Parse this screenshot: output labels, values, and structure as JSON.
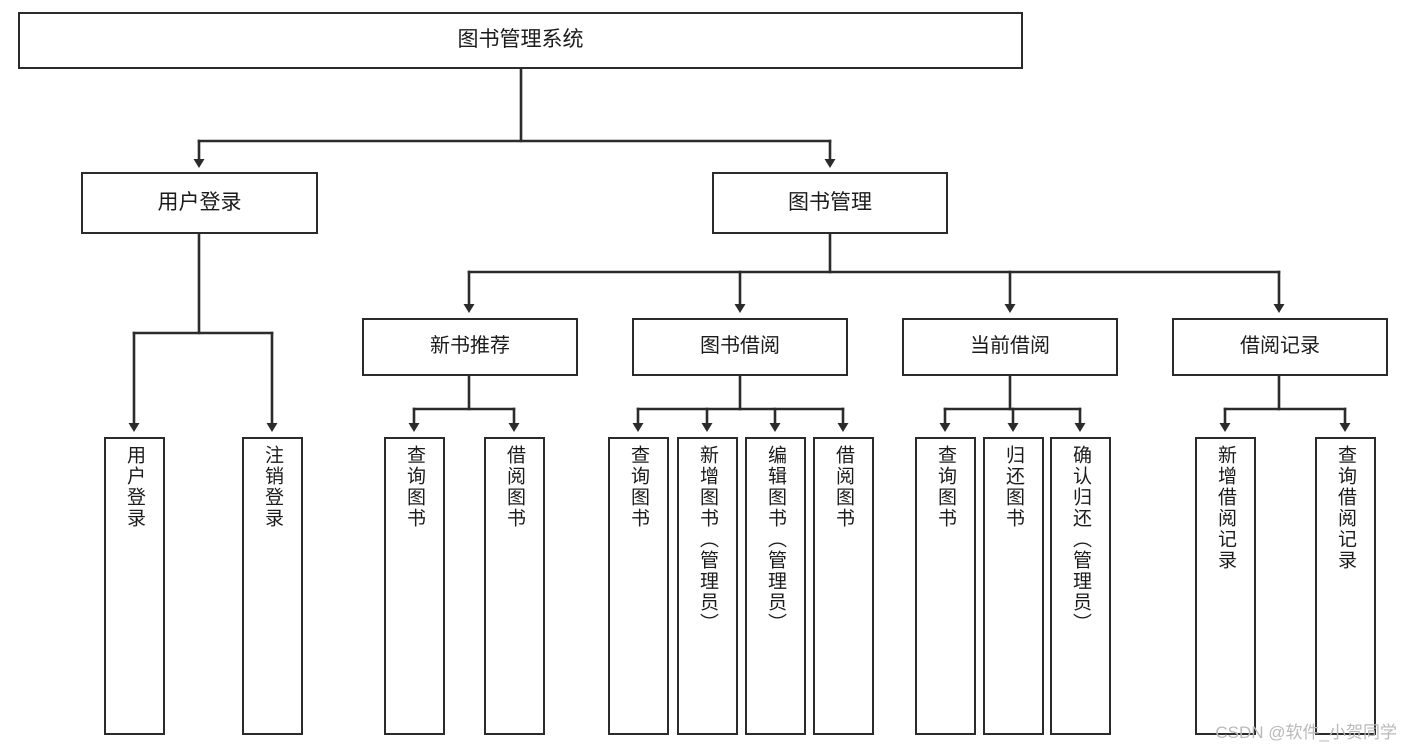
{
  "diagram": {
    "type": "tree",
    "title": "图书管理系统",
    "watermark": "CSDN @软件_小贺同学",
    "colors": {
      "box_border": "#2b2b2b",
      "box_fill": "#ffffff",
      "edge": "#2b2b2b",
      "text": "#1b1b1b",
      "watermark": "#b9b9b9"
    },
    "nodes": {
      "root": {
        "label": "图书管理系统",
        "level": 1,
        "orientation": "horizontal"
      },
      "login": {
        "label": "用户登录",
        "level": 2,
        "orientation": "horizontal"
      },
      "book_mgmt": {
        "label": "图书管理",
        "level": 2,
        "orientation": "horizontal"
      },
      "new_book_rec": {
        "label": "新书推荐",
        "level": 3,
        "orientation": "horizontal"
      },
      "book_borrow": {
        "label": "图书借阅",
        "level": 3,
        "orientation": "horizontal"
      },
      "current_borrow": {
        "label": "当前借阅",
        "level": 3,
        "orientation": "horizontal"
      },
      "borrow_record": {
        "label": "借阅记录",
        "level": 3,
        "orientation": "horizontal"
      },
      "leaf_user_login": {
        "label": "用户登录",
        "level": 4,
        "orientation": "vertical"
      },
      "leaf_logout": {
        "label": "注销登录",
        "level": 4,
        "orientation": "vertical"
      },
      "leaf_query_book_1": {
        "label": "查询图书",
        "level": 4,
        "orientation": "vertical"
      },
      "leaf_borrow_book_1": {
        "label": "借阅图书",
        "level": 4,
        "orientation": "vertical"
      },
      "leaf_query_book_2": {
        "label": "查询图书",
        "level": 4,
        "orientation": "vertical"
      },
      "leaf_add_book": {
        "label": "新增图书（管理员）",
        "level": 4,
        "orientation": "vertical"
      },
      "leaf_edit_book": {
        "label": "编辑图书（管理员）",
        "level": 4,
        "orientation": "vertical"
      },
      "leaf_borrow_book_2": {
        "label": "借阅图书",
        "level": 4,
        "orientation": "vertical"
      },
      "leaf_query_book_3": {
        "label": "查询图书",
        "level": 4,
        "orientation": "vertical"
      },
      "leaf_return_book": {
        "label": "归还图书",
        "level": 4,
        "orientation": "vertical"
      },
      "leaf_confirm_return": {
        "label": "确认归还（管理员）",
        "level": 4,
        "orientation": "vertical"
      },
      "leaf_add_record": {
        "label": "新增借阅记录",
        "level": 4,
        "orientation": "vertical"
      },
      "leaf_query_record": {
        "label": "查询借阅记录",
        "level": 4,
        "orientation": "vertical"
      }
    },
    "edges": [
      {
        "from": "root",
        "to": "login"
      },
      {
        "from": "root",
        "to": "book_mgmt"
      },
      {
        "from": "login",
        "to": "leaf_user_login"
      },
      {
        "from": "login",
        "to": "leaf_logout"
      },
      {
        "from": "book_mgmt",
        "to": "new_book_rec"
      },
      {
        "from": "book_mgmt",
        "to": "book_borrow"
      },
      {
        "from": "book_mgmt",
        "to": "current_borrow"
      },
      {
        "from": "book_mgmt",
        "to": "borrow_record"
      },
      {
        "from": "new_book_rec",
        "to": "leaf_query_book_1"
      },
      {
        "from": "new_book_rec",
        "to": "leaf_borrow_book_1"
      },
      {
        "from": "book_borrow",
        "to": "leaf_query_book_2"
      },
      {
        "from": "book_borrow",
        "to": "leaf_add_book"
      },
      {
        "from": "book_borrow",
        "to": "leaf_edit_book"
      },
      {
        "from": "book_borrow",
        "to": "leaf_borrow_book_2"
      },
      {
        "from": "current_borrow",
        "to": "leaf_query_book_3"
      },
      {
        "from": "current_borrow",
        "to": "leaf_return_book"
      },
      {
        "from": "current_borrow",
        "to": "leaf_confirm_return"
      },
      {
        "from": "borrow_record",
        "to": "leaf_add_record"
      },
      {
        "from": "borrow_record",
        "to": "leaf_query_record"
      }
    ]
  }
}
